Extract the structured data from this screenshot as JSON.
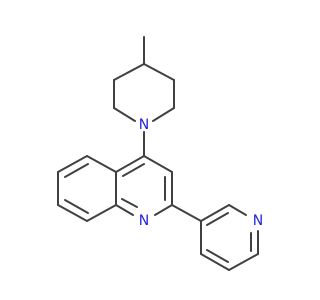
{
  "structure": {
    "atom_labels": {
      "piperidine_nitrogen": "N",
      "quinoline_nitrogen": "N",
      "pyridine_nitrogen": "N"
    },
    "colors": {
      "bond": "#404040",
      "nitrogen": "#1f1fe0",
      "background": "#ffffff"
    }
  }
}
